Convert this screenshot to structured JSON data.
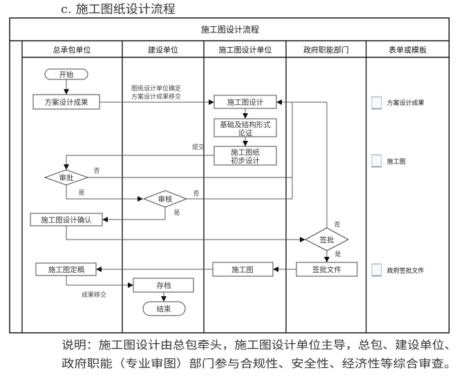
{
  "heading": "c. 施工图纸设计流程",
  "diagram_title": "施工图设计流程",
  "lanes": [
    "总承包单位",
    "建设单位",
    "施工图设计单位",
    "政府职能部门",
    "表单或模板"
  ],
  "nodes": {
    "start": "开始",
    "scheme_result": "方案设计成果",
    "construction_design": "施工图设计",
    "structure_line1": "基础及结构形式",
    "structure_line2": "论证",
    "preliminary_line1": "施工图纸",
    "preliminary_line2": "初步设计",
    "approve": "审批",
    "review": "审核",
    "design_confirm": "施工图设计确认",
    "sign_off": "签批",
    "sign_off_document": "签批文件",
    "drawing": "施工图",
    "final_drawing": "施工图定稿",
    "archive": "存档",
    "end": "结束"
  },
  "labels": {
    "handover_line1": "图纸设计单位确定",
    "handover_line2": "方案设计成果移交",
    "submit": "提交",
    "no": "否",
    "yes": "是",
    "result_handover": "成果移交"
  },
  "forms": [
    {
      "icon": "notepad-icon",
      "label": "方案设计成果"
    },
    {
      "icon": "notepad-icon",
      "label": "施工图"
    },
    {
      "icon": "notepad-icon",
      "label": "政府签批文件"
    }
  ],
  "note": {
    "line1": "说明：施工图设计由总包牵头，施工图设计单位主导，总包、建设单位、",
    "line2": "政府职能（专业审图）部门参与合规性、安全性、经济性等综合审查。"
  }
}
